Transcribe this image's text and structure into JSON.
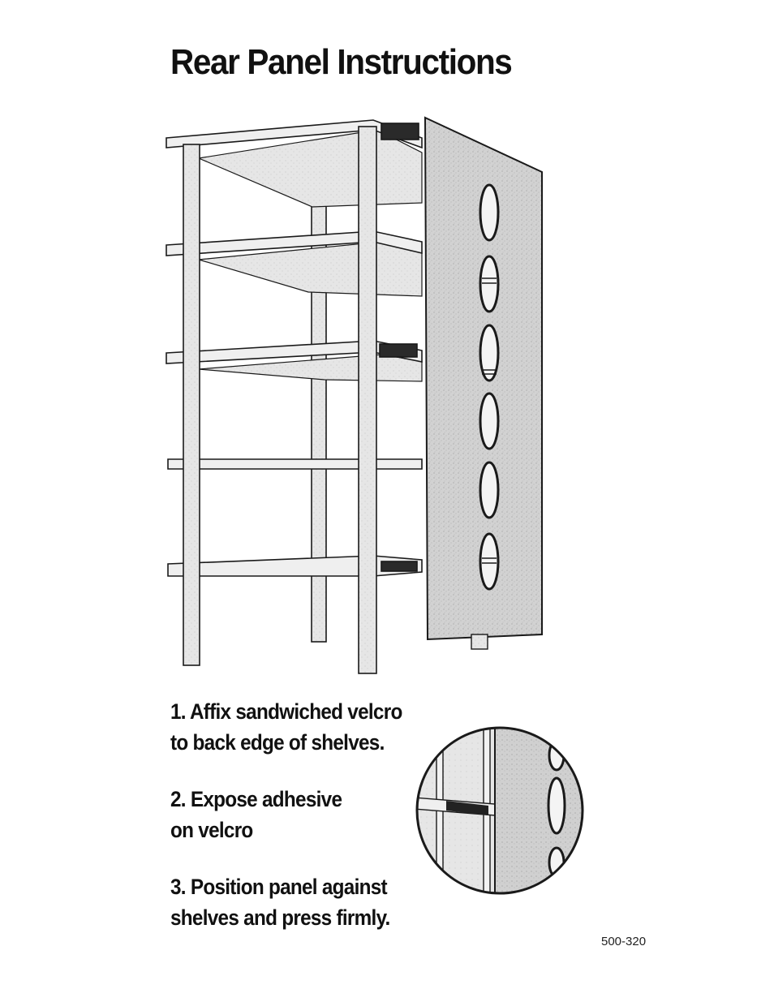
{
  "title": "Rear Panel Instructions",
  "steps": [
    {
      "line1": "1. Affix sandwiched velcro",
      "line2": "to back edge of shelves."
    },
    {
      "line1": "2. Expose adhesive",
      "line2": "on velcro"
    },
    {
      "line1": "3. Position panel against",
      "line2": "shelves and press firmly."
    }
  ],
  "part_number": "500-320",
  "illustration": {
    "shelf_count": 5,
    "panel_hole_count": 6
  },
  "colors": {
    "shelf_fill": "#e4e4e4",
    "panel_fill": "#cfcfcf",
    "velcro": "#2a2a2a",
    "stroke": "#1a1a1a"
  }
}
